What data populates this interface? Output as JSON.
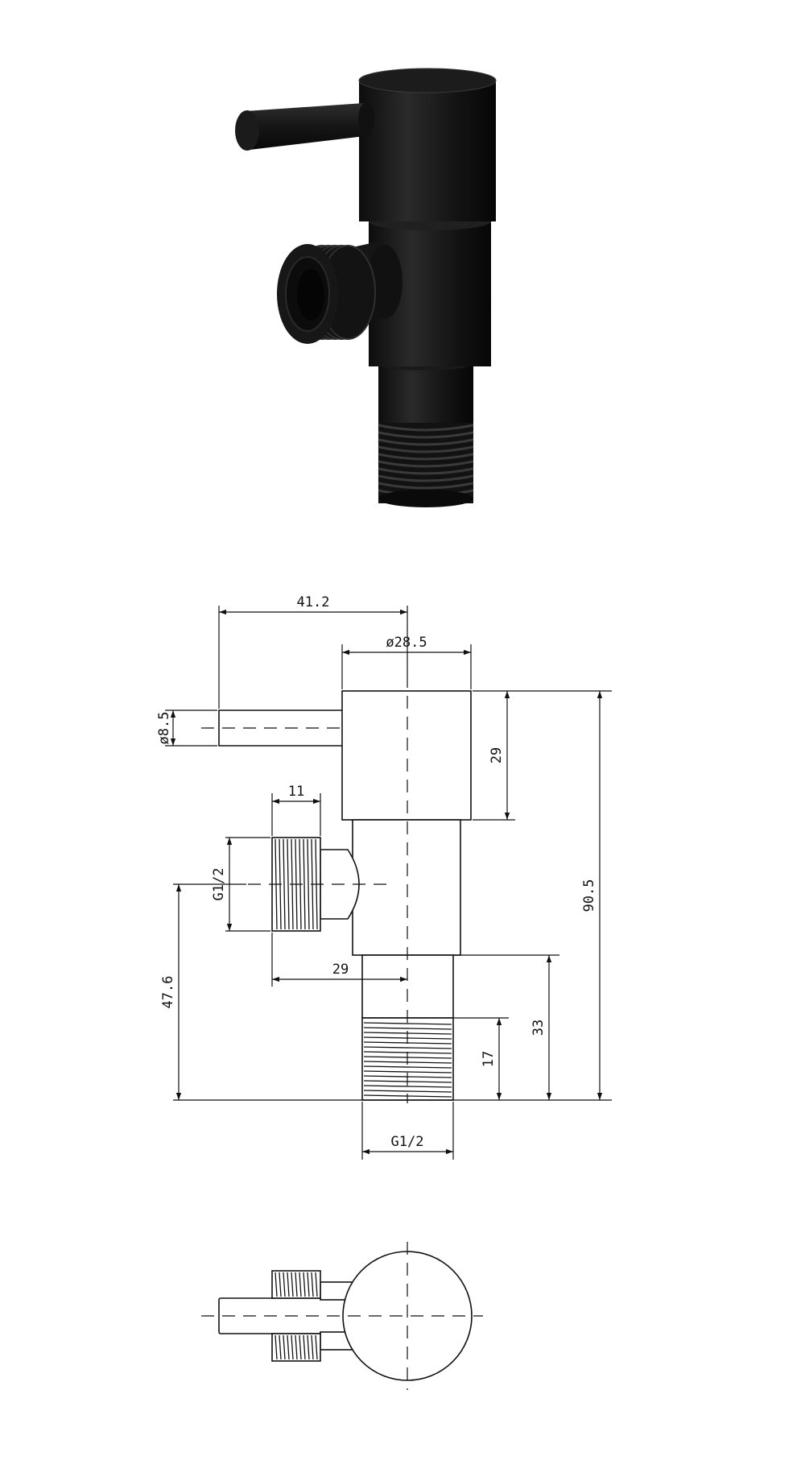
{
  "dimensions": {
    "lever_reach": "41.2",
    "body_diameter": "ø28.5",
    "handle_diameter": "ø8.5",
    "head_height": "29",
    "outlet_thread_length": "11",
    "outlet_thread": "G1/2",
    "outlet_height": "47.6",
    "outlet_reach": "29",
    "total_height": "90.5",
    "inlet_length": "33",
    "inlet_thread_length": "17",
    "inlet_thread": "G1/2"
  },
  "colors": {
    "product_fill": "#151515",
    "product_highlight": "#2b2b2b",
    "line": "#111111",
    "background": "#ffffff"
  }
}
